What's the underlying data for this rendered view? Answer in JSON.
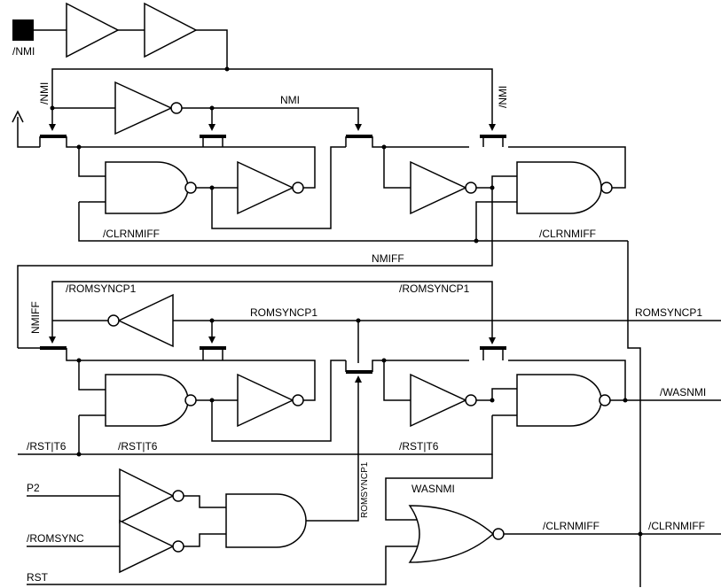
{
  "labels": {
    "nmi_pin": "/NMI",
    "nmi_n_left": "/NMI",
    "nmi_n_right": "/NMI",
    "nmi": "NMI",
    "clrnmiff_n_left": "/CLRNMIFF",
    "clrnmiff_n_mid": "/CLRNMIFF",
    "nmiff_h": "NMIFF",
    "nmiff_v": "NMIFF",
    "romsyncp1_n_left": "/ROMSYNCP1",
    "romsyncp1_n_right": "/ROMSYNCP1",
    "romsyncp1_mid": "ROMSYNCP1",
    "romsyncp1_out": "ROMSYNCP1",
    "wasnmi_n_out": "/WASNMI",
    "rst_t6_1": "/RST|T6",
    "rst_t6_2": "/RST|T6",
    "rst_t6_3": "/RST|T6",
    "romsyncp1_v": "ROMSYNCP1",
    "wasnmi": "WASNMI",
    "p2": "P2",
    "romsync_n": "/ROMSYNC",
    "rst": "RST",
    "clrnmiff_n_or": "/CLRNMIFF",
    "clrnmiff_n_out": "/CLRNMIFF"
  }
}
